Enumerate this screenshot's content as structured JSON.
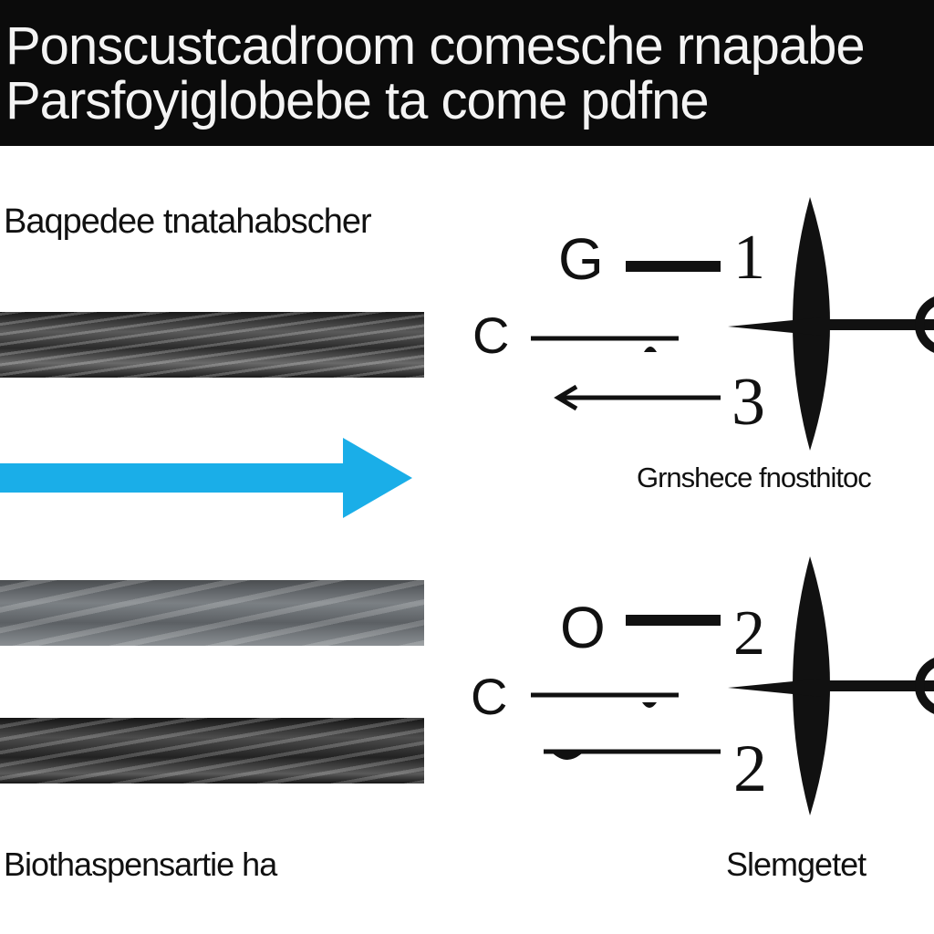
{
  "header": {
    "line1": "Ponscustcadroom comesche rnapabe",
    "line2": "Parsfoyiglobebe ta come pdfne"
  },
  "labels": {
    "left_top": "Baqpedee tnatahabscher",
    "left_bottom": "Biothaspensartie ha",
    "right_mid": "Grnshece fnosthitoc",
    "right_bottom": "Slemgetet"
  },
  "diagram_top": {
    "node_a": "G",
    "node_b": "C",
    "num_1": "1",
    "num_2": "3"
  },
  "diagram_bottom": {
    "node_a": "O",
    "node_b": "C",
    "num_1": "2",
    "num_2": "2"
  },
  "colors": {
    "arrow": "#1aaee8",
    "header_bg": "#0b0b0b",
    "header_text": "#f4f4f4"
  }
}
